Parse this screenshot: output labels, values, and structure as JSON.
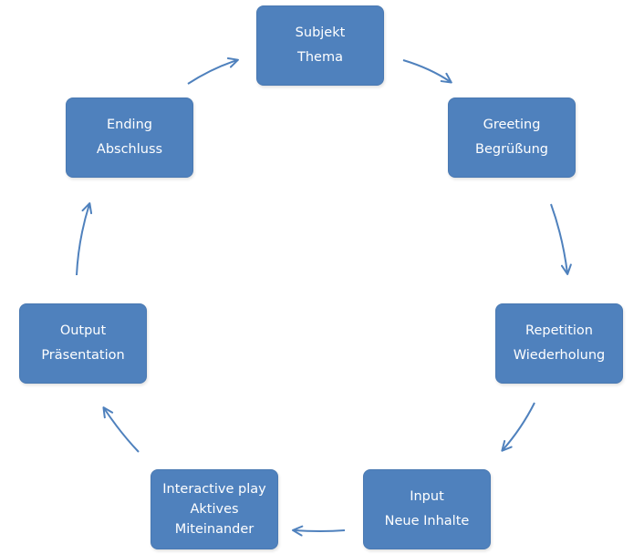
{
  "diagram": {
    "type": "cycle",
    "colors": {
      "box_fill": "#4f81bd",
      "box_text": "#ffffff",
      "arrow": "#4f81bd",
      "background": "#ffffff"
    },
    "nodes": [
      {
        "id": "subject",
        "lines": [
          "Subjekt",
          "Thema"
        ]
      },
      {
        "id": "greeting",
        "lines": [
          "Greeting",
          "Begrüßung"
        ]
      },
      {
        "id": "repetition",
        "lines": [
          "Repetition",
          "Wiederholung"
        ]
      },
      {
        "id": "input",
        "lines": [
          "Input",
          "Neue Inhalte"
        ]
      },
      {
        "id": "interactive",
        "lines": [
          "Interactive play",
          "Aktives",
          "Miteinander"
        ]
      },
      {
        "id": "output",
        "lines": [
          "Output",
          "Präsentation"
        ]
      },
      {
        "id": "ending",
        "lines": [
          "Ending",
          "Abschluss"
        ]
      }
    ],
    "edges": [
      {
        "from": "subject",
        "to": "greeting"
      },
      {
        "from": "greeting",
        "to": "repetition"
      },
      {
        "from": "repetition",
        "to": "input"
      },
      {
        "from": "input",
        "to": "interactive"
      },
      {
        "from": "interactive",
        "to": "output"
      },
      {
        "from": "output",
        "to": "ending"
      },
      {
        "from": "ending",
        "to": "subject"
      }
    ]
  }
}
